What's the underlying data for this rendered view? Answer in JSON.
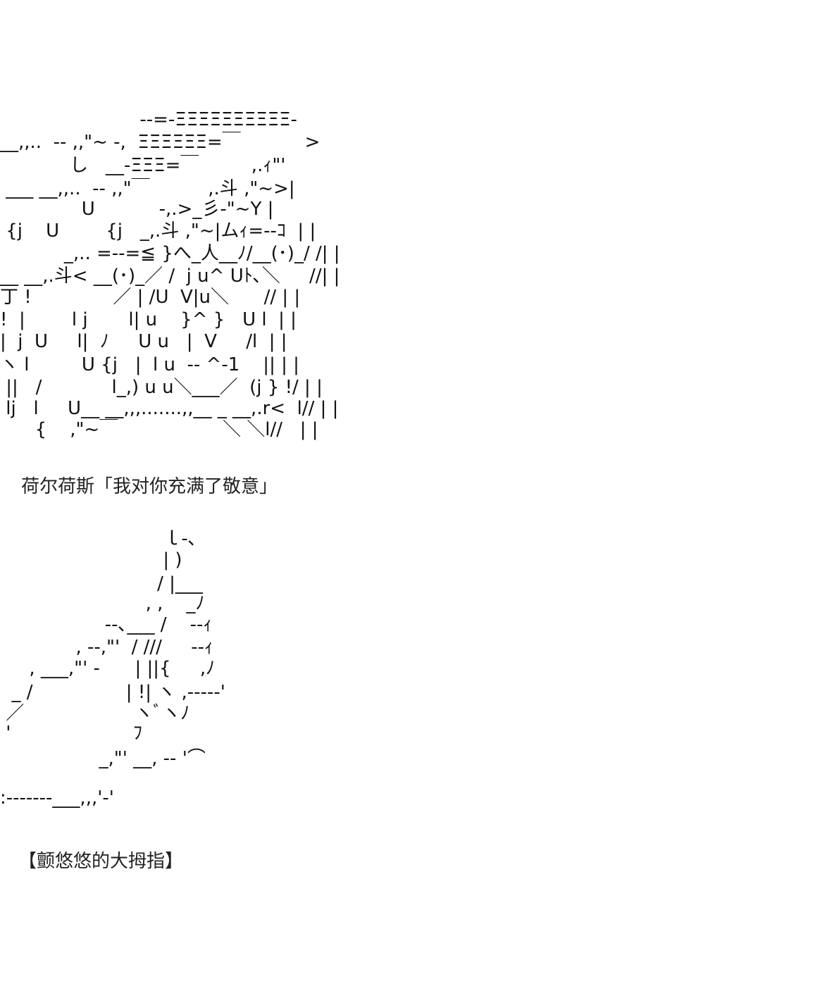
{
  "captions": {
    "first": "荷尔荷斯「我对你充满了敬意」",
    "second": "【颤悠悠的大拇指】"
  },
  "figures": {
    "first_art_lines": [
      "                        --=-ΞΞΞΞΞΞΞΞΞΞ-",
      "__,,..  -- ,,\"~ -,  ΞΞΞΞΞΞ=￣           >",
      "            し   __-ΞΞΞ=￣         ,.ｨ\"'",
      " ___ __,,..  -- ,,\"￣          ,.斗 ,\"~>|",
      "              U           -,.>_彡-\"~Y |",
      " {j    U        {j   _,.斗 ,\"~|ムｨ=--ｺ  | |",
      "           _,.. =--=≦ }へ_人__ﾉ/__(･)_/ /| |",
      "__ __,.斗< __(･)_／ /  j u^ Uﾄ､＼     //| |",
      "丁 !              ／ | /U  V|u＼      // | |",
      "!  |        l j       l| u    }^ }   U l  | |",
      "|  j  U     l|  ﾉ     U u   |  V     /l  | |",
      "ヽ l         U {j   |  l u  -- ^-1    || | |",
      " ||   /            l_,) u u＼___／  (j } !/ | |",
      " lj   l     U__ __,,,.......,,__ _ __,.r<  l// | |",
      "      {    ,\"~￣                  ＼ ＼l//   | |"
    ],
    "second_art_lines": [
      "                            ｌ-､",
      "                            | )",
      "                           / |___",
      "                         , ,    _ﾉ",
      "                  --､___ /    --ｨ",
      "             , --,\"'  / ///     --ｨ",
      "     , ___,\"' -      | ||{     ,ﾉ",
      "  _ /                | !| ヽ ,-----'",
      " ／                   ヽﾞヽﾉ",
      " '                     ﾌ",
      "                 _,\"' __, -- '⌒",
      ":-------___,,,'-'"
    ]
  }
}
